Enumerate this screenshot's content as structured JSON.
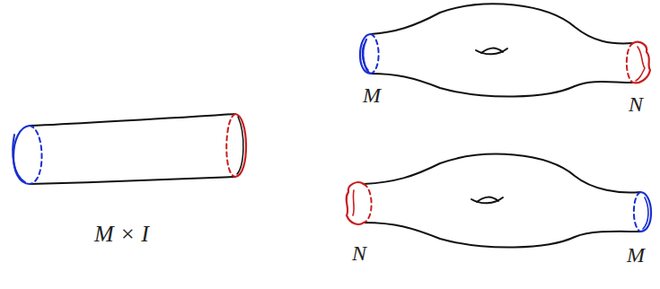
{
  "diagram": {
    "labels": [
      "M × I",
      "M",
      "N",
      "N",
      "M"
    ]
  }
}
